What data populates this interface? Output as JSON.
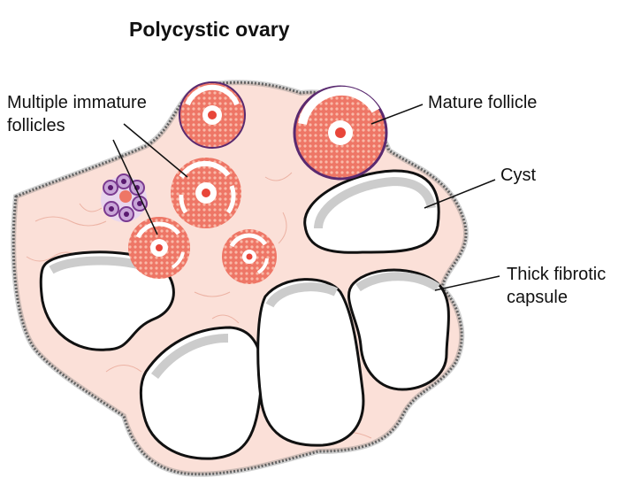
{
  "title": "Polycystic ovary",
  "labels": {
    "immature": "Multiple immature\nfollicles",
    "mature": "Mature follicle",
    "cyst": "Cyst",
    "capsule": "Thick fibrotic\ncapsule"
  },
  "colors": {
    "stroma": "#fbe0d8",
    "capsule_outline": "#555555",
    "follicle": "#ee7666",
    "cyst_fill": "#ffffff",
    "cyst_rim": "#cccccc",
    "oocyte": "#e8463a",
    "purple_cell": "#7a3a90"
  }
}
